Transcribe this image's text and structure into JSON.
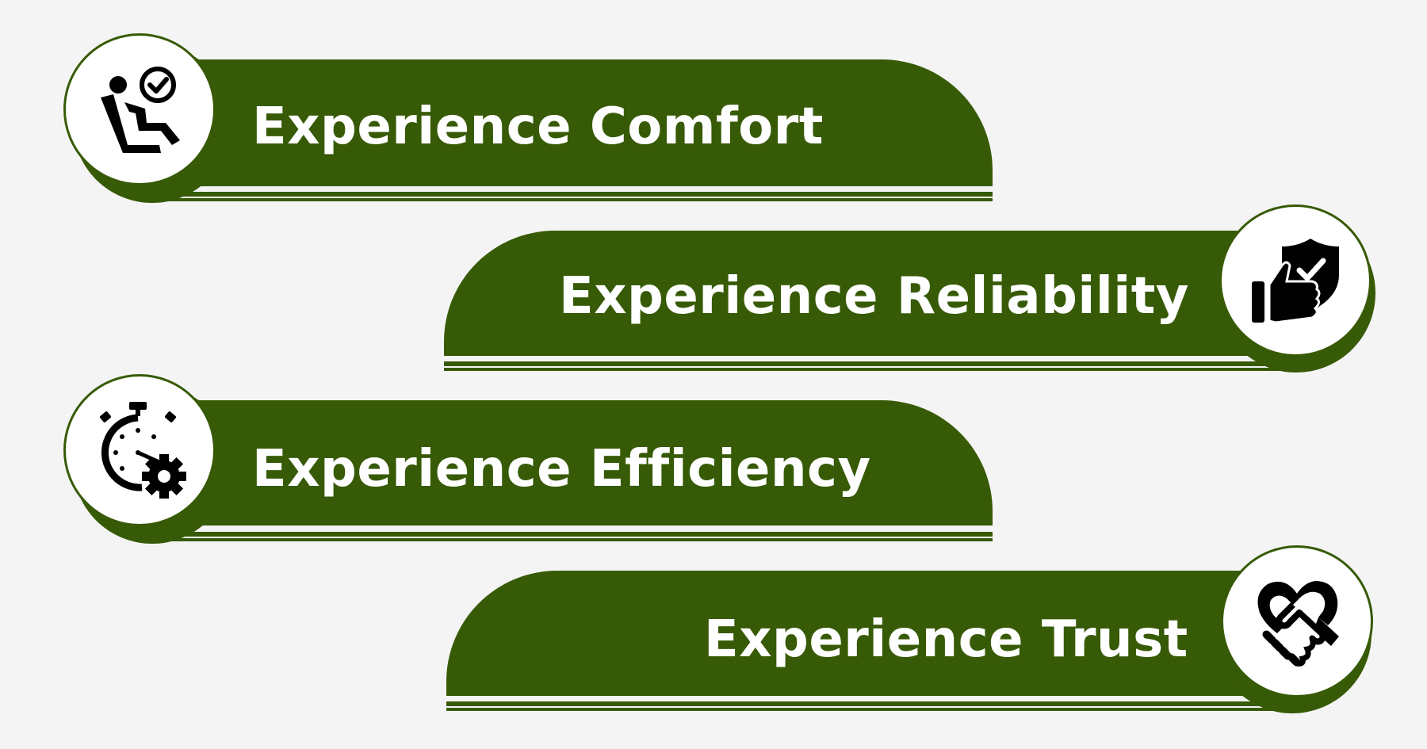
{
  "colors": {
    "background": "#f4f4f4",
    "banner": "#375a06",
    "text": "#ffffff",
    "icon": "#000000"
  },
  "items": [
    {
      "label": "Experience Comfort",
      "icon": "seated-person-check-icon"
    },
    {
      "label": "Experience Reliability",
      "icon": "thumbs-up-shield-icon"
    },
    {
      "label": "Experience Efficiency",
      "icon": "stopwatch-gear-icon"
    },
    {
      "label": "Experience Trust",
      "icon": "handshake-heart-icon"
    }
  ]
}
